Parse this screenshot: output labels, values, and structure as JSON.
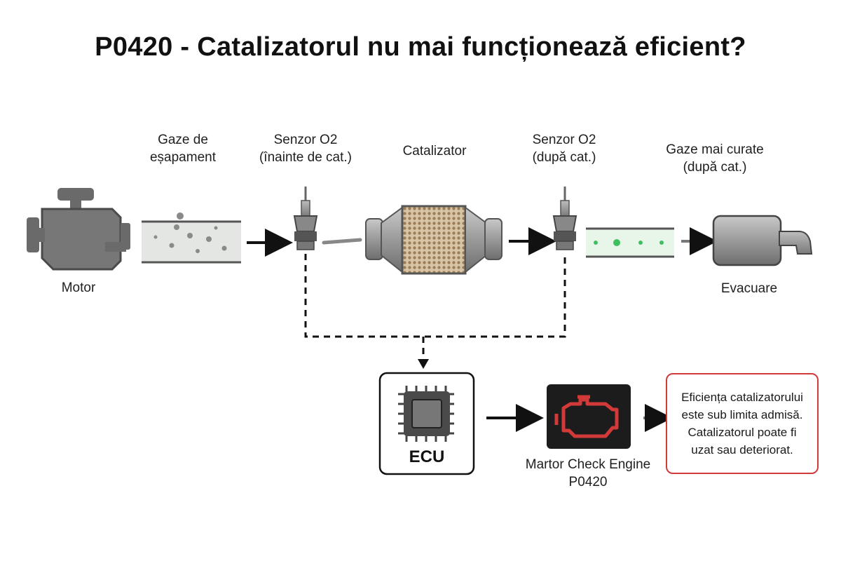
{
  "title": "P0420 - Catalizatorul nu mai funcționează eficient?",
  "labels": {
    "motor": "Motor",
    "exhaust_gas": [
      "Gaze de",
      "eșapament"
    ],
    "o2_before": [
      "Senzor O2",
      "(înainte de cat.)"
    ],
    "catalyst": "Catalizator",
    "o2_after": [
      "Senzor O2",
      "(după cat.)"
    ],
    "cleaner_gas": [
      "Gaze mai curate",
      "(după cat.)"
    ],
    "evacuare": "Evacuare",
    "ecu": "ECU",
    "check_engine": [
      "Martor Check Engine",
      "P0420"
    ]
  },
  "note": [
    "Eficiența catalizatorului",
    "este sub limita admisă.",
    "Catalizatorul poate fi",
    "uzat sau deteriorat."
  ],
  "colors": {
    "warning_red": "#d23a3a",
    "clean_gas_dot": "#3fbf5f",
    "dirty_gas_dot": "#8a8a8a",
    "check_engine_bg": "#1c1c1c"
  },
  "icons": [
    "engine-icon",
    "o2-sensor-icon",
    "catalytic-converter-icon",
    "muffler-icon",
    "chip-icon",
    "check-engine-icon"
  ]
}
